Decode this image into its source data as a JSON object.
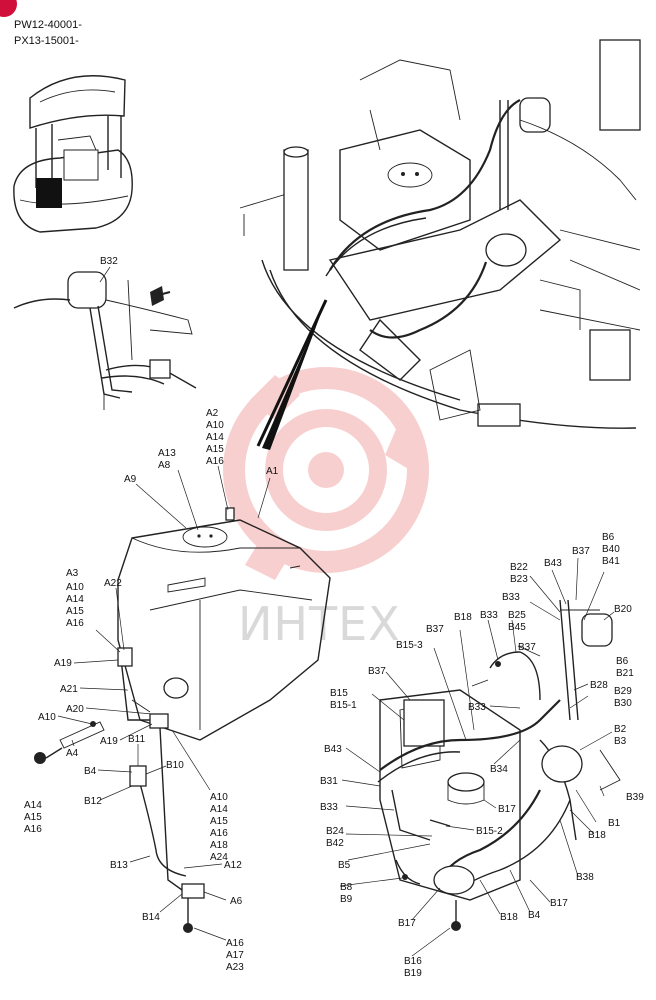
{
  "serial_numbers": [
    "PW12-40001-",
    "PX13-15001-"
  ],
  "watermark": {
    "text": "ИНТЕХ",
    "color": "#f2a0a0"
  },
  "badge_color": "#d0103a",
  "inset_label": "B32",
  "callouts_left": {
    "a2_group": [
      "A2",
      "A10",
      "A14",
      "A15",
      "A16"
    ],
    "a1": "A1",
    "a13_group": [
      "A13",
      "A8"
    ],
    "a9": "A9",
    "a3_group": [
      "A3",
      "A10",
      "A14",
      "A15",
      "A16"
    ],
    "a22": "A22",
    "a19_left": "A19",
    "a21": "A21",
    "a20": "A20",
    "a10_left": "A10",
    "a19_mid": "A19",
    "a4": "A4",
    "a14_group": [
      "A14",
      "A15",
      "A16"
    ],
    "b11": "B11",
    "b10": "B10",
    "b4": "B4",
    "b12": "B12",
    "a10_group": [
      "A10",
      "A14",
      "A15",
      "A16",
      "A18",
      "A24"
    ],
    "b13": "B13",
    "a12": "A12",
    "b14": "B14",
    "a6": "A6",
    "a16_group": [
      "A16",
      "A17",
      "A23"
    ]
  },
  "callouts_right": {
    "b6_group": [
      "B6",
      "B40",
      "B41"
    ],
    "b37_top": "B37",
    "b43_top": "B43",
    "b22_group": [
      "B22",
      "B23"
    ],
    "b20": "B20",
    "b33_top": "B33",
    "b18_top": "B18",
    "b33_mid": "B33",
    "b25_group": [
      "B25",
      "B45"
    ],
    "b37_a": "B37",
    "b37_b": "B37",
    "b6_b21": [
      "B6",
      "B21"
    ],
    "b15_3": "B15-3",
    "b37_c": "B37",
    "b28": "B28",
    "b29_group": [
      "B29",
      "B30"
    ],
    "b15_group": [
      "B15",
      "B15-1"
    ],
    "b33_low": "B33",
    "b2_group": [
      "B2",
      "B3"
    ],
    "b43_low": "B43",
    "b34": "B34",
    "b31": "B31",
    "b39": "B39",
    "b17_a": "B17",
    "b33_left": "B33",
    "b1": "B1",
    "b15_2": "B15-2",
    "b18_mid": "B18",
    "b24_group": [
      "B24",
      "B42"
    ],
    "b5": "B5",
    "b38": "B38",
    "b8_group": [
      "B8",
      "B9"
    ],
    "b17_b": "B17",
    "b4": "B4",
    "b18_low": "B18",
    "b17_c": "B17",
    "b16_group": [
      "B16",
      "B19"
    ]
  }
}
